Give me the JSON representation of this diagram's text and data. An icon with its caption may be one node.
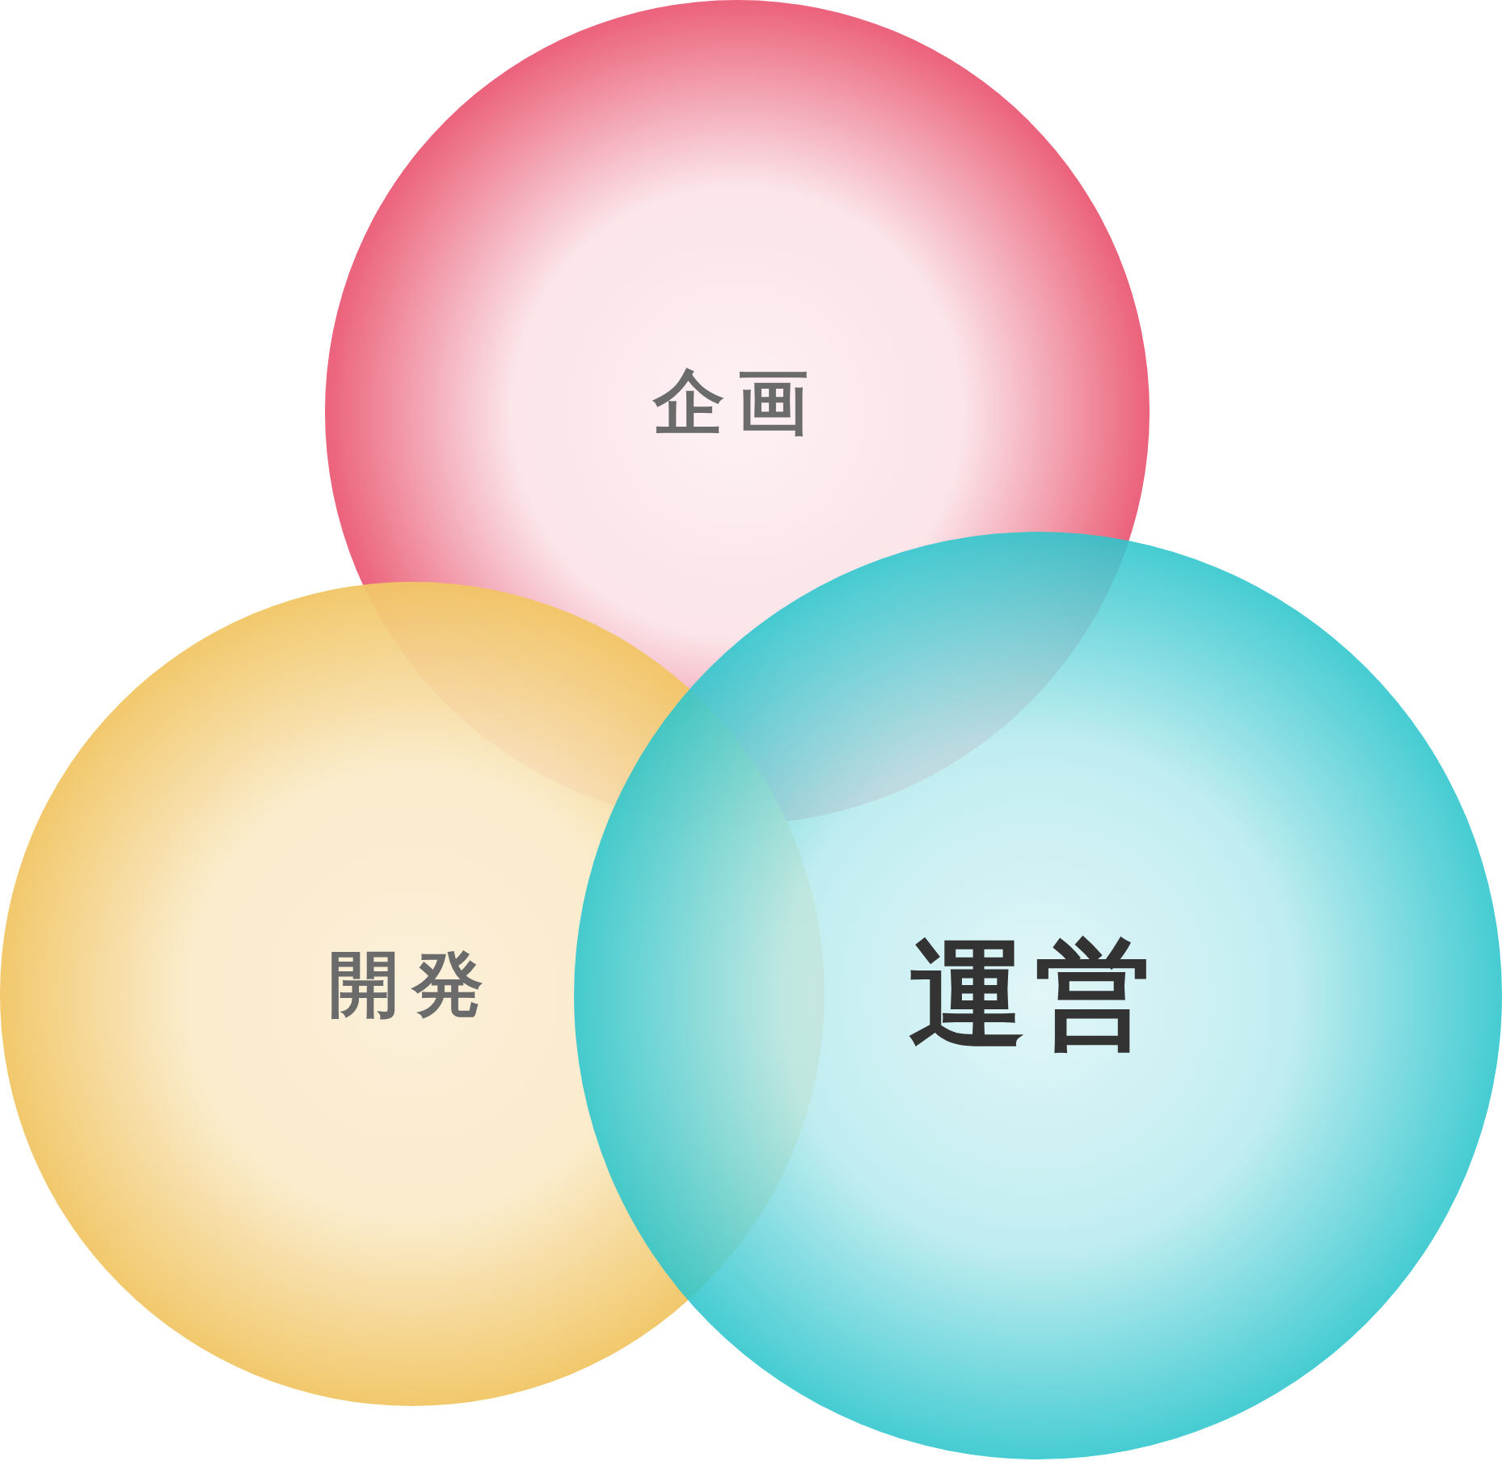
{
  "diagram": {
    "nodes": [
      {
        "text": [
          "企画"
        ]
      },
      {
        "text": [
          "開発"
        ]
      },
      {
        "text": [
          "運営"
        ]
      }
    ]
  }
}
